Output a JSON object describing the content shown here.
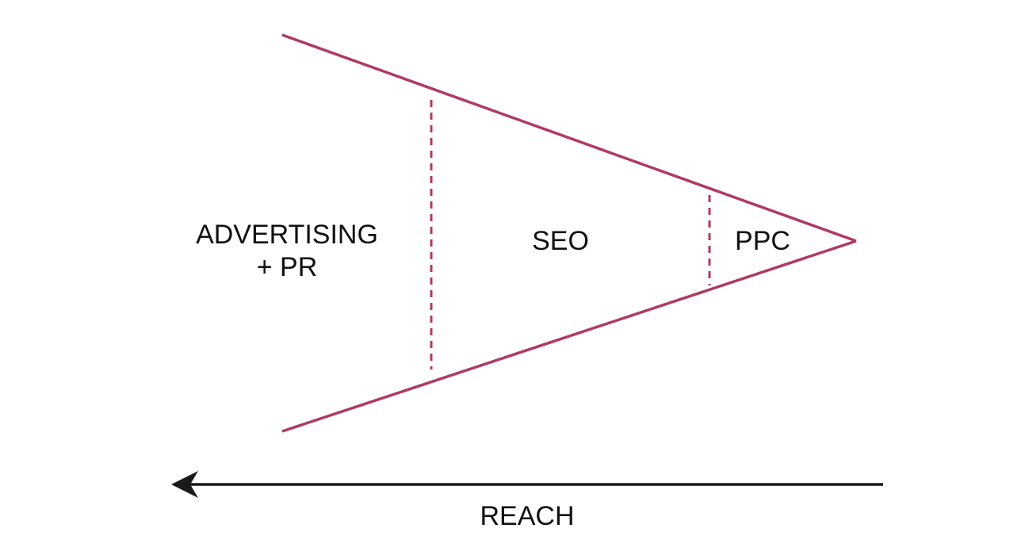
{
  "diagram": {
    "segments": {
      "advertising": {
        "line1": "ADVERTISING",
        "line2": "+ PR"
      },
      "seo": {
        "label": "SEO"
      },
      "ppc": {
        "label": "PPC"
      }
    },
    "axis": {
      "label": "REACH"
    }
  },
  "colors": {
    "funnel": "#b03a62",
    "arrow": "#1a1a1a",
    "text": "#111111"
  }
}
